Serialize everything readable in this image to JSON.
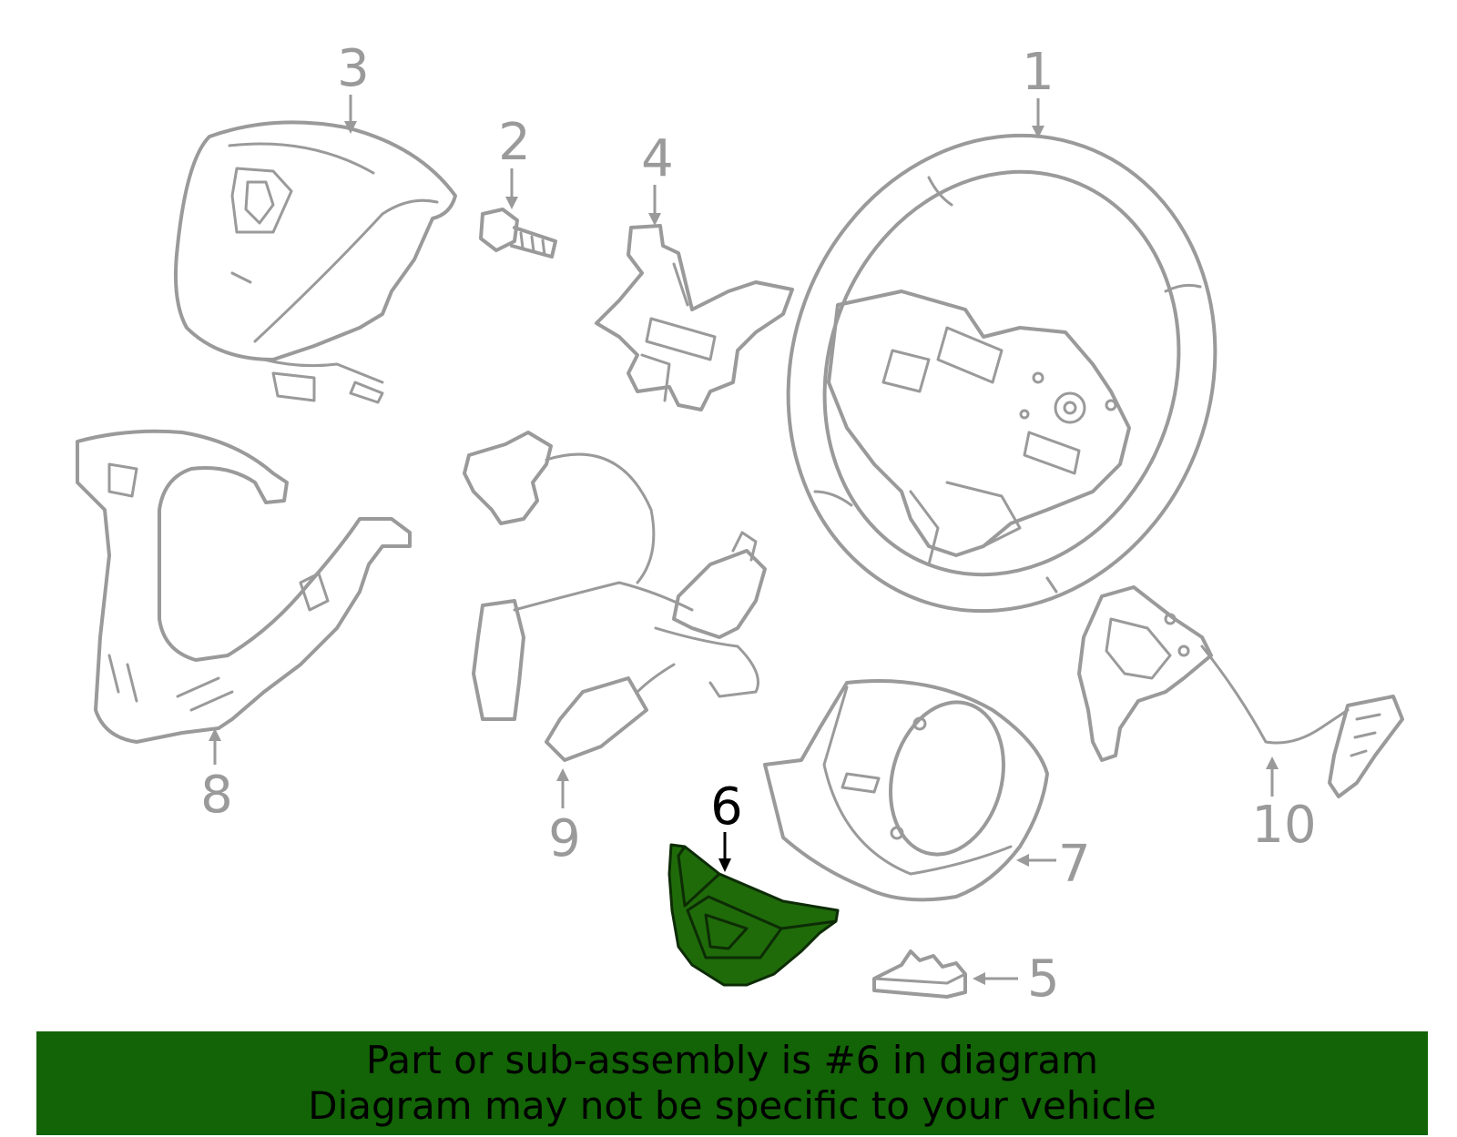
{
  "diagram": {
    "highlighted_part": "6",
    "highlight_color": "#1f6b0a",
    "line_color": "#9a9a9a",
    "callouts": [
      {
        "label": "1",
        "part": "steering-wheel"
      },
      {
        "label": "2",
        "part": "bolt"
      },
      {
        "label": "3",
        "part": "airbag-module"
      },
      {
        "label": "4",
        "part": "bracket"
      },
      {
        "label": "5",
        "part": "small-clip"
      },
      {
        "label": "6",
        "part": "lower-cover"
      },
      {
        "label": "7",
        "part": "rear-cover"
      },
      {
        "label": "8",
        "part": "garnish-trim"
      },
      {
        "label": "9",
        "part": "wire-harness"
      },
      {
        "label": "10",
        "part": "paddle-switch"
      }
    ]
  },
  "banner": {
    "line1": "Part or sub-assembly is #6 in diagram",
    "line2": "Diagram may not be specific to your vehicle",
    "background": "#136307"
  }
}
